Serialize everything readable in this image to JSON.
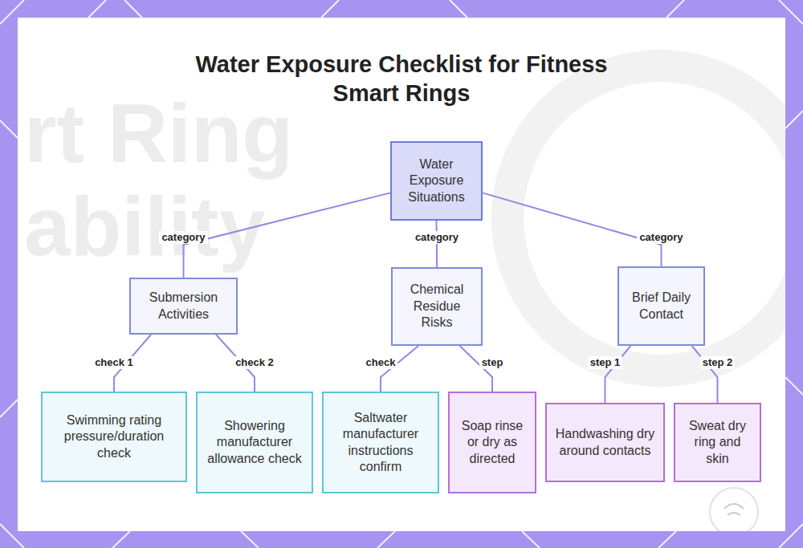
{
  "diagram": {
    "title": "Water Exposure Checklist for Fitness Smart Rings",
    "nodes": [
      {
        "text": [
          "Water Exposure Situations"
        ]
      },
      {
        "text": [
          "Submersion Activities"
        ]
      },
      {
        "text": [
          "Chemical Residue Risks"
        ]
      },
      {
        "text": [
          "Brief Daily Contact"
        ]
      },
      {
        "text": [
          "Swimming rating pressure/duration check"
        ]
      },
      {
        "text": [
          "Showering manufacturer allowance check"
        ]
      },
      {
        "text": [
          "Saltwater manufacturer instructions confirm"
        ]
      },
      {
        "text": [
          "Soap rinse or dry as directed"
        ]
      },
      {
        "text": [
          "Handwashing dry around contacts"
        ]
      },
      {
        "text": [
          "Sweat dry ring and skin"
        ]
      }
    ],
    "edges": [
      {
        "from": 0,
        "to": 1,
        "label": "category",
        "arrow": "none"
      },
      {
        "from": 0,
        "to": 2,
        "label": "category",
        "arrow": "none"
      },
      {
        "from": 0,
        "to": 3,
        "label": "category",
        "arrow": "none"
      },
      {
        "from": 1,
        "to": 4,
        "label": "check 1",
        "arrow": "none"
      },
      {
        "from": 1,
        "to": 5,
        "label": "check 2",
        "arrow": "none"
      },
      {
        "from": 2,
        "to": 6,
        "label": "check",
        "arrow": "none"
      },
      {
        "from": 2,
        "to": 7,
        "label": "step",
        "arrow": "none"
      },
      {
        "from": 3,
        "to": 8,
        "label": "step 1",
        "arrow": "none"
      },
      {
        "from": 3,
        "to": 9,
        "label": "step 2",
        "arrow": "none"
      }
    ],
    "labels": [
      "rt Ring",
      "ability"
    ]
  }
}
